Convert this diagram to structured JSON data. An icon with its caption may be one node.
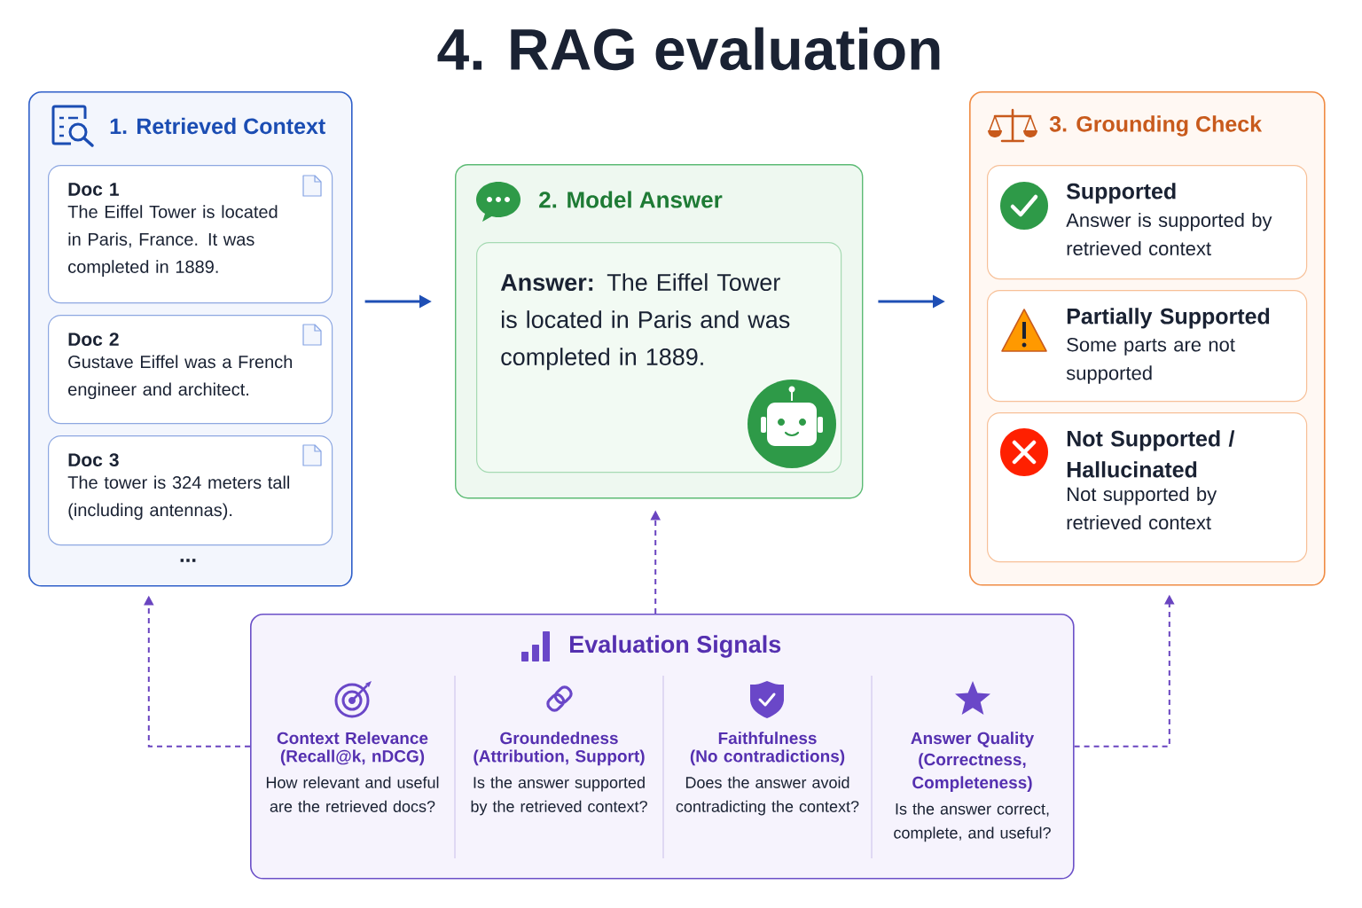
{
  "diagram": {
    "title": "4. RAG evaluation",
    "nodes": [
      {
        "text": [
          "1. Retrieved Context"
        ]
      },
      {
        "text": [
          "Doc 1",
          "The Eiffel Tower is located in Paris, France. It was completed in 1889."
        ],
        "in": 0
      },
      {
        "text": [
          "Doc 2",
          "Gustave Eiffel was a French engineer and architect."
        ],
        "in": 0
      },
      {
        "text": [
          "Doc 3",
          "The tower is 324 meters tall (including antennas)."
        ],
        "in": 0
      },
      {
        "text": [
          "2. Model Answer"
        ]
      },
      {
        "text": [
          "**Answer:** The Eiffel Tower is located in Paris and was completed in 1889."
        ],
        "in": 4
      },
      {
        "text": [
          "3. Grounding Check"
        ]
      },
      {
        "text": [
          "Supported",
          "Answer is supported by retrieved context"
        ],
        "in": 6
      },
      {
        "text": [
          "Partially Supported",
          "Some parts are not supported"
        ],
        "in": 6
      },
      {
        "text": [
          "Not Supported / Hallucinated",
          "Not supported by retrieved context"
        ],
        "in": 6
      },
      {
        "text": [
          "Evaluation Signals"
        ]
      },
      {
        "text": [
          "Context Relevance",
          "(Recall@k, nDCG)",
          "How relevant and useful are the retrieved docs?"
        ],
        "in": 10
      },
      {
        "text": [
          "Groundedness",
          "(Attribution, Support)",
          "Is the answer supported by the retrieved context?"
        ],
        "in": 10
      },
      {
        "text": [
          "Faithfulness",
          "(No contradictions)",
          "Does the answer avoid contradicting the context?"
        ],
        "in": 10
      },
      {
        "text": [
          "Answer Quality",
          "(Correctness, Completeness)",
          "Is the answer correct, complete, and useful?"
        ],
        "in": 10
      }
    ],
    "edges": [
      {
        "from": 0,
        "to": 4,
        "arrow": "to",
        "color": "#1f4fb5"
      },
      {
        "from": 4,
        "to": 6,
        "arrow": "to",
        "color": "#1f4fb5"
      },
      {
        "from": 10,
        "to": 0,
        "arrow": "to",
        "style": "dashed",
        "color": "#6a45c0"
      },
      {
        "from": 10,
        "to": 4,
        "arrow": "to",
        "style": "dashed",
        "color": "#6a45c0"
      },
      {
        "from": 10,
        "to": 6,
        "arrow": "to",
        "style": "dashed",
        "color": "#6a45c0"
      }
    ],
    "labels": [
      "..."
    ]
  }
}
